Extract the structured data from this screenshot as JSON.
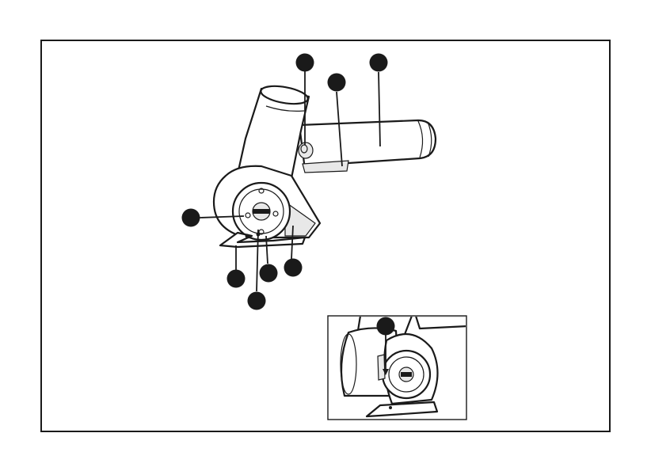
{
  "figure": {
    "main_illustration": "electric-rotary-cutter",
    "inset_illustration": "blade-guard-closeup",
    "callout_count": 8,
    "inset_callout_count": 1
  }
}
